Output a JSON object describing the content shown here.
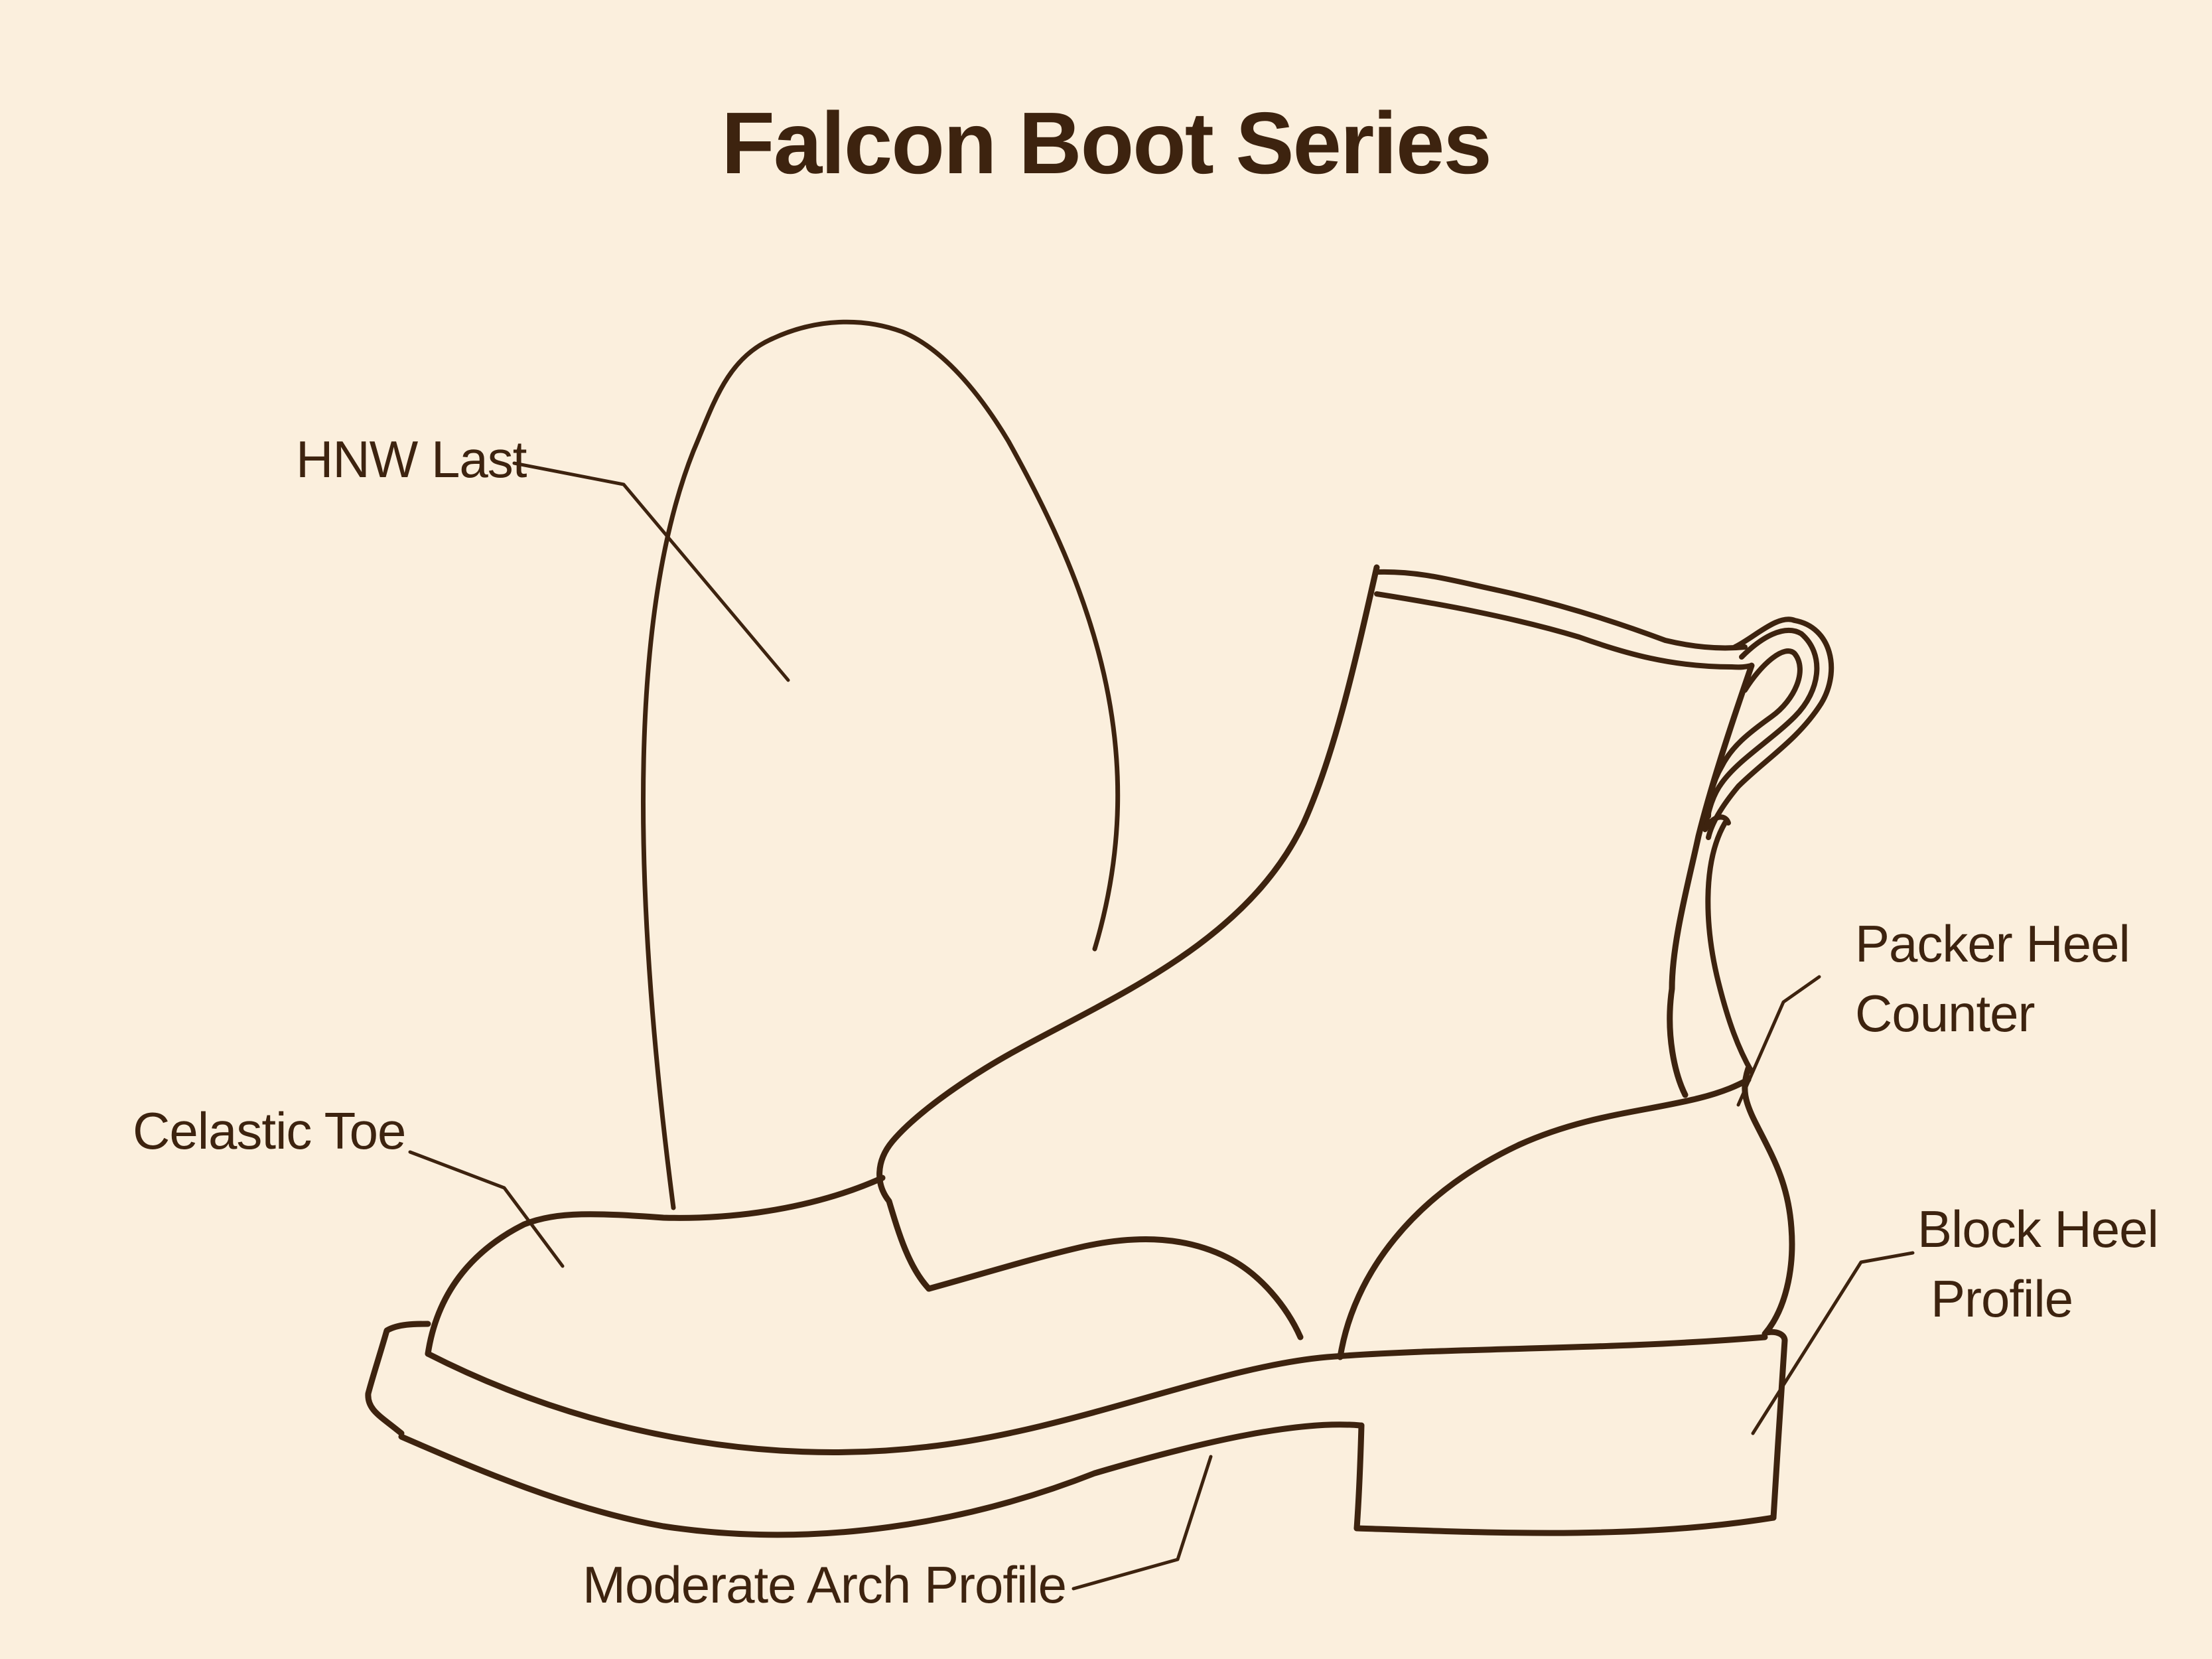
{
  "title": "Falcon Boot Series",
  "colors": {
    "background": "#fbefdd",
    "ink": "#3d230f"
  },
  "labels": {
    "hnw_last": "HNW Last",
    "celastic_toe": "Celastic Toe",
    "packer_heel_counter": [
      "Packer Heel",
      "Counter"
    ],
    "block_heel_profile": [
      "Block Heel",
      "Profile"
    ],
    "moderate_arch_profile": "Moderate Arch Profile"
  }
}
